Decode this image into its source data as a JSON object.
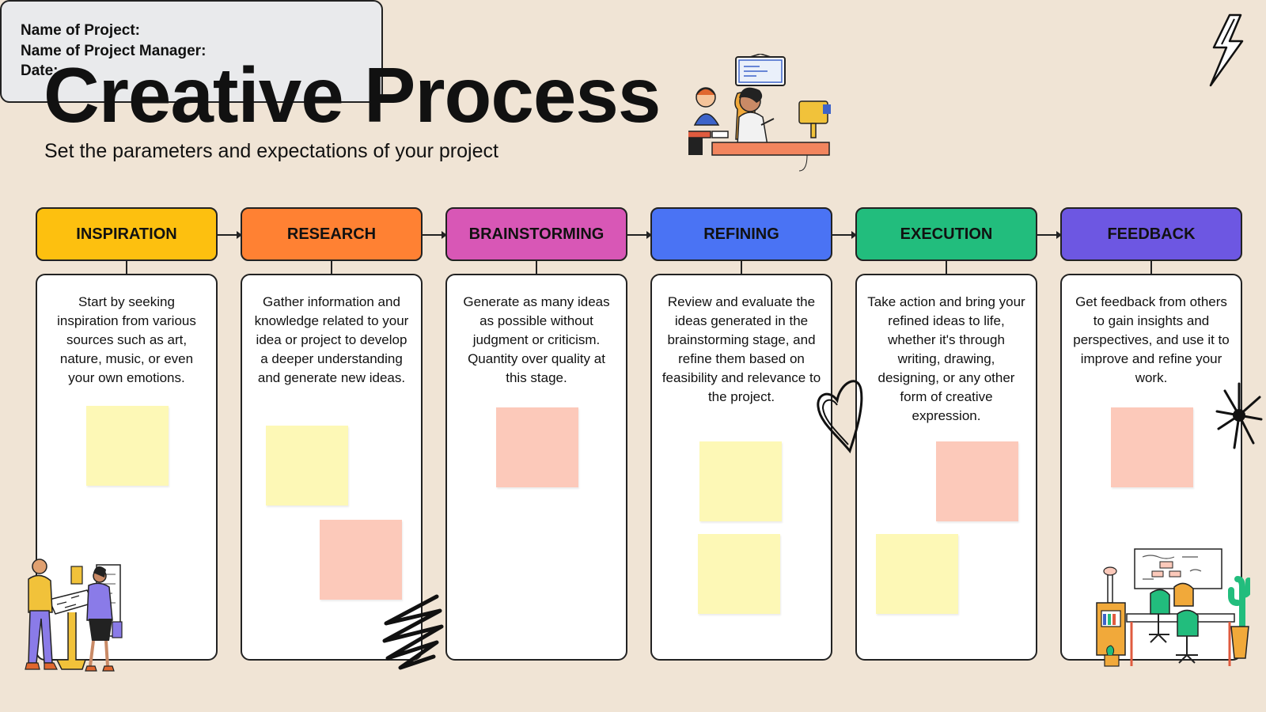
{
  "header": {
    "title": "Creative Process",
    "subtitle": "Set the parameters and expectations of your project"
  },
  "info": {
    "project_name_label": "Name of Project:",
    "project_manager_label": "Name of Project Manager:",
    "date_label": "Date:"
  },
  "stages": [
    {
      "label": "INSPIRATION",
      "color": "#FDC00F",
      "description": "Start by seeking inspiration from various sources such as art, nature, music, or even your own emotions."
    },
    {
      "label": "RESEARCH",
      "color": "#FF8133",
      "description": "Gather information and knowledge related to your idea or project to develop a deeper understanding and generate new ideas."
    },
    {
      "label": "BRAINSTORMING",
      "color": "#D857B6",
      "description": "Generate as many ideas as possible without judgment or criticism. Quantity over quality at this stage."
    },
    {
      "label": "REFINING",
      "color": "#4A73F4",
      "description": "Review and evaluate the ideas generated in the brainstorming stage, and refine them based on feasibility and relevance to the project."
    },
    {
      "label": "EXECUTION",
      "color": "#22BD7D",
      "description": "Take action and bring your refined ideas to life, whether it's through writing, drawing, designing, or any other form of creative expression."
    },
    {
      "label": "FEEDBACK",
      "color": "#6D57E2",
      "description": "Get feedback from others to gain insights and perspectives, and use it to improve and refine your work."
    }
  ],
  "sticky_colors": {
    "yellow": "#FDF8B6",
    "pink": "#FCC9BA"
  },
  "icons": [
    "lightning-bolt-icon",
    "heart-doodle-icon",
    "scribble-doodle-icon",
    "starburst-doodle-icon"
  ],
  "illustrations": [
    "team-at-desk-illustration",
    "people-at-board-illustration",
    "office-desk-illustration"
  ]
}
